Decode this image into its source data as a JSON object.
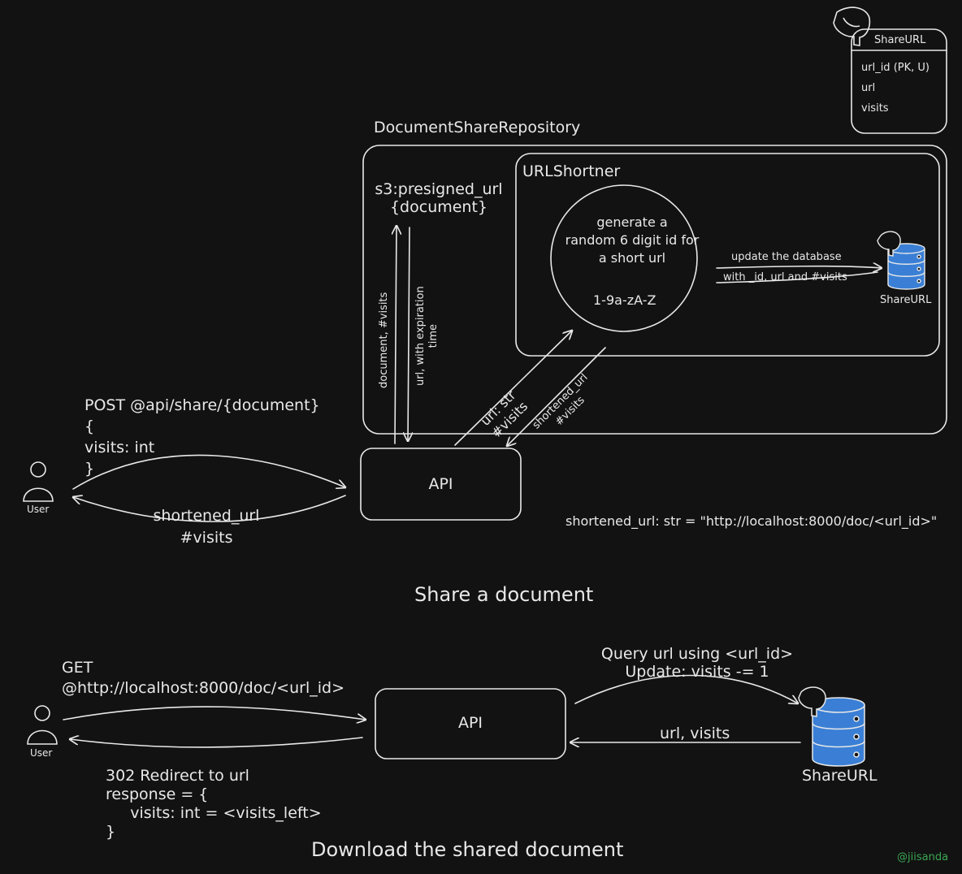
{
  "db_schema": {
    "title": "ShareURL",
    "fields": [
      "url_id (PK, U)",
      "url",
      "visits"
    ],
    "icon": "postgres-elephant-icon"
  },
  "share": {
    "section_title": "Share a document",
    "repository_label": "DocumentShareRepository",
    "shortener_label": "URLShortner",
    "s3_label": "s3:presigned_url\n{document}",
    "generate_text": "generate a\nrandom 6 digit id for\na short url",
    "charset": "1-9a-zA-Z",
    "db_update_top": "update the database",
    "db_update_bottom": "with _id, url and #visits",
    "db_label": "ShareURL",
    "api_label": "API",
    "user_label": "User",
    "request": "POST @api/share/{document}\n{\nvisits: int\n}",
    "response": "shortened_url\n#visits",
    "to_s3": "document, #visits",
    "from_s3": "url, with expiration\ntime",
    "to_shortener": "url: str\n#visits",
    "from_shortener": "shortened_url\n#visits",
    "format_note": "shortened_url: str = \"http://localhost:8000/doc/<url_id>\""
  },
  "download": {
    "section_title": "Download the shared document",
    "api_label": "API",
    "user_label": "User",
    "request": "GET\n@http://localhost:8000/doc/<url_id>",
    "query": "Query url using <url_id>\nUpdate: visits -= 1",
    "db_return": "url, visits",
    "db_label": "ShareURL",
    "response": "302 Redirect to url\nresponse = {\n     visits: int = <visits_left>\n}"
  },
  "credit": "@jiisanda",
  "colors": {
    "background": "#121212",
    "stroke": "#e8e8e8",
    "db_fill": "#3a7fd5",
    "credit": "#3aa652"
  }
}
